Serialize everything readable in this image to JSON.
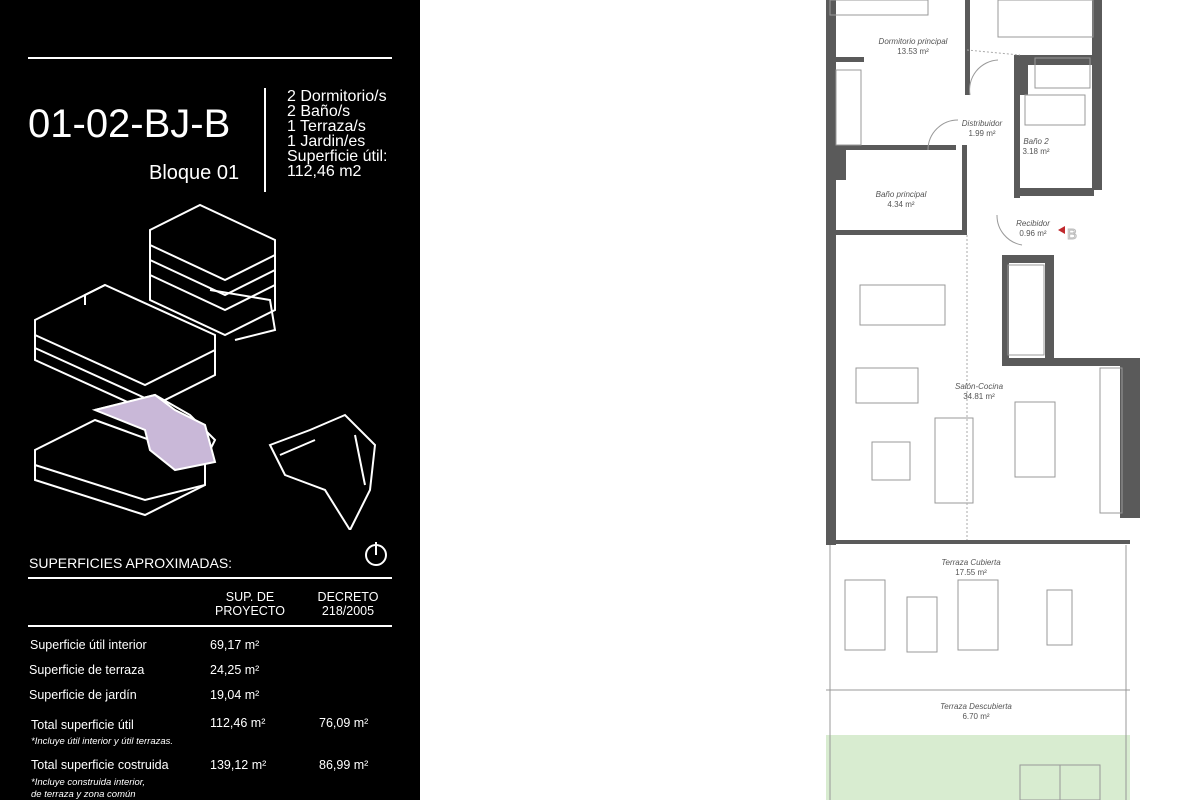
{
  "unit": {
    "code": "01-02-BJ-B",
    "block": "Bloque 01",
    "features": [
      "2 Dormitorio/s",
      "2 Baño/s",
      "1 Terraza/s",
      "1 Jardin/es",
      "Superficie útil:",
      "112,46  m2"
    ]
  },
  "surfaces": {
    "title": "SUPERFICIES APROXIMADAS:",
    "col1": [
      "SUP. DE",
      "PROYECTO"
    ],
    "col2": [
      "DECRETO",
      "218/2005"
    ],
    "rows": [
      {
        "label": "Superficie útil interior",
        "proj": "69,17  m²",
        "dec": ""
      },
      {
        "label": "Superficie de terraza",
        "proj": "24,25  m²",
        "dec": ""
      },
      {
        "label": "Superficie de jardín",
        "proj": "19,04 m²",
        "dec": ""
      },
      {
        "label": "Total superficie útil",
        "proj": "112,46  m²",
        "dec": "76,09  m²",
        "note": "*Incluye útil interior y útil terrazas."
      },
      {
        "label": "Total superficie costruida",
        "proj": "139,12  m²",
        "dec": "86,99  m²",
        "note": "*Incluye construida interior,",
        "note2": "de terraza y zona común"
      }
    ]
  },
  "rooms": [
    {
      "name": "Dormitorio principal",
      "area": "13.53 m²"
    },
    {
      "name": "Distribuidor",
      "area": "1.99 m²"
    },
    {
      "name": "Baño 2",
      "area": "3.18 m²"
    },
    {
      "name": "Baño principal",
      "area": "4.34 m²"
    },
    {
      "name": "Recibidor",
      "area": "0.96 m²"
    },
    {
      "name": "Salón-Cocina",
      "area": "34.81 m²"
    },
    {
      "name": "Terraza Cubierta",
      "area": "17.55 m²"
    },
    {
      "name": "Terraza Descubierta",
      "area": "6.70 m²"
    }
  ],
  "entrance_marker": "B",
  "colors": {
    "panel": "#000000",
    "wall": "#5a5a5a",
    "garden": "#d8ecd0",
    "highlight": "#c9b8d8",
    "entrance": "#c0282d"
  }
}
